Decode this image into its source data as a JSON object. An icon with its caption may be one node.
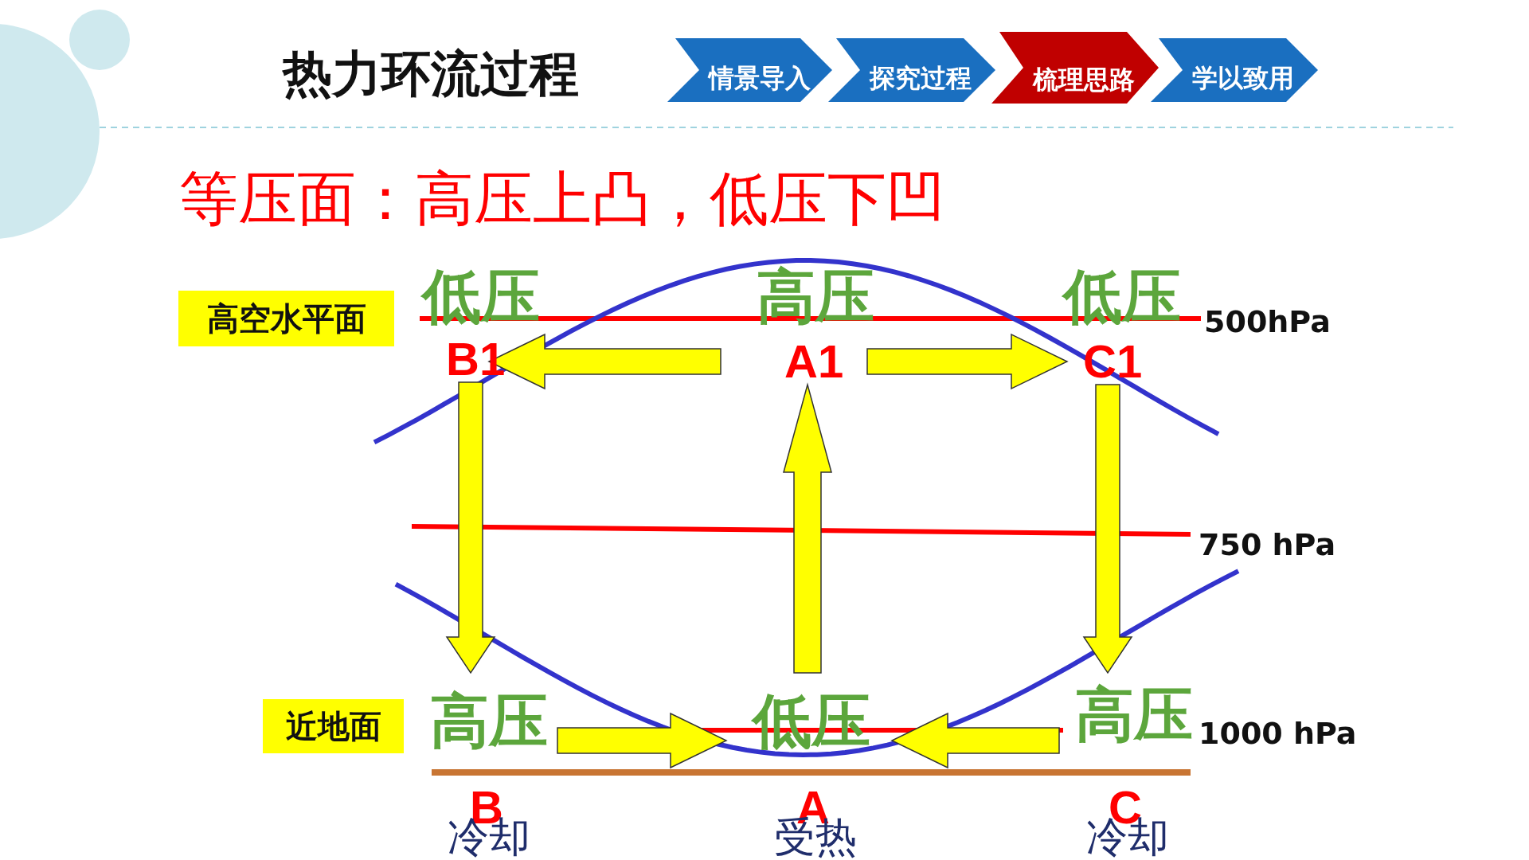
{
  "diagram": {
    "title": "热力环流过程",
    "nodes": [
      {
        "text": [
          "情景导入"
        ]
      },
      {
        "text": [
          "探究过程"
        ]
      },
      {
        "text": [
          "梳理思路"
        ]
      },
      {
        "text": [
          "学以致用"
        ]
      },
      {
        "text": [
          "高空水平面"
        ]
      },
      {
        "text": [
          "近地面"
        ]
      },
      {
        "text": [
          "B1"
        ]
      },
      {
        "text": [
          "A1"
        ]
      },
      {
        "text": [
          "C1"
        ]
      },
      {
        "text": [
          "B"
        ],
        "beside": [
          "冷却"
        ]
      },
      {
        "text": [
          "A"
        ],
        "beside": [
          "受热"
        ]
      },
      {
        "text": [
          "C"
        ],
        "beside": [
          "冷却"
        ]
      }
    ],
    "edges": [
      {
        "from": 10,
        "to": 7,
        "arrow": "to"
      },
      {
        "from": 7,
        "to": 6,
        "arrow": "to"
      },
      {
        "from": 7,
        "to": 8,
        "arrow": "to"
      },
      {
        "from": 6,
        "to": 9,
        "arrow": "to"
      },
      {
        "from": 8,
        "to": 11,
        "arrow": "to"
      },
      {
        "from": 9,
        "to": 10,
        "arrow": "to"
      },
      {
        "from": 11,
        "to": 10,
        "arrow": "to"
      }
    ],
    "labels": [
      "等压面：高压上凸，低压下凹",
      "低压",
      "高压",
      "低压",
      "500hPa",
      "750 hPa",
      "高压",
      "低压",
      "高压",
      "1000 hPa"
    ]
  }
}
